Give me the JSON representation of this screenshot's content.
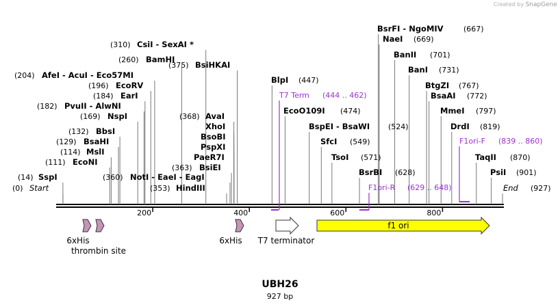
{
  "header": {
    "credit_prefix": "Created by",
    "credit_app": "SnapGene"
  },
  "plasmid": {
    "name": "UBH26",
    "length_label": "927 bp",
    "length": 927
  },
  "colors": {
    "backbone": "#000000",
    "primer": "#9b30d0",
    "f1ori_fill": "#ffff00",
    "his_fill": "#c893b8",
    "t7_fill": "#ffffff",
    "label": "#000000"
  },
  "sites": [
    {
      "pos": 0,
      "name": "Start",
      "pos_label": "(0)",
      "italic": true
    },
    {
      "pos": 14,
      "name": "SspI",
      "pos_label": "(14)"
    },
    {
      "pos": 111,
      "name": "EcoNI",
      "pos_label": "(111)"
    },
    {
      "pos": 114,
      "name": "MslI",
      "pos_label": "(114)"
    },
    {
      "pos": 129,
      "name": "BsaHI",
      "pos_label": "(129)"
    },
    {
      "pos": 132,
      "name": "BbsI",
      "pos_label": "(132)"
    },
    {
      "pos": 169,
      "name": "NspI",
      "pos_label": "(169)"
    },
    {
      "pos": 182,
      "name": "PvuII - AlwNI",
      "pos_label": "(182)"
    },
    {
      "pos": 184,
      "name": "EarI",
      "pos_label": "(184)"
    },
    {
      "pos": 196,
      "name": "EcoRV",
      "pos_label": "(196)"
    },
    {
      "pos": 204,
      "name": "AfeI - AcuI - Eco57MI",
      "pos_label": "(204)"
    },
    {
      "pos": 260,
      "name": "BamHI",
      "pos_label": "(260)"
    },
    {
      "pos": 310,
      "name": "CsiI - SexAI *",
      "pos_label": "(310)"
    },
    {
      "pos": 360,
      "name": "NotI - EaeI - EagI",
      "pos_label": "(360)"
    },
    {
      "pos": 353,
      "name": "HindIII",
      "pos_label": "(353)"
    },
    {
      "pos": 363,
      "name": "BsiEI",
      "pos_label": "(363)"
    },
    {
      "pos": 368,
      "name": "AvaI",
      "pos_label": "(368)"
    },
    {
      "pos": 368,
      "name": "XhoI",
      "pos_label": ""
    },
    {
      "pos": 368,
      "name": "BsoBI",
      "pos_label": ""
    },
    {
      "pos": 368,
      "name": "PspXI",
      "pos_label": ""
    },
    {
      "pos": 368,
      "name": "PaeR7I",
      "pos_label": ""
    },
    {
      "pos": 375,
      "name": "BsiHKAI",
      "pos_label": "(375)"
    },
    {
      "pos": 447,
      "name": "BlpI",
      "pos_label": "(447)"
    },
    {
      "pos": 474,
      "name": "EcoO109I",
      "pos_label": "(474)"
    },
    {
      "pos": 524,
      "name": "BspEI - BsaWI",
      "pos_label": "(524)"
    },
    {
      "pos": 549,
      "name": "SfcI",
      "pos_label": "(549)"
    },
    {
      "pos": 571,
      "name": "TsoI",
      "pos_label": "(571)"
    },
    {
      "pos": 628,
      "name": "BsrBI",
      "pos_label": "(628)"
    },
    {
      "pos": 667,
      "name": "BsrFI - NgoMIV",
      "pos_label": "(667)"
    },
    {
      "pos": 669,
      "name": "NaeI",
      "pos_label": "(669)"
    },
    {
      "pos": 701,
      "name": "BanII",
      "pos_label": "(701)"
    },
    {
      "pos": 731,
      "name": "BanI",
      "pos_label": "(731)"
    },
    {
      "pos": 767,
      "name": "BtgZI",
      "pos_label": "(767)"
    },
    {
      "pos": 772,
      "name": "BsaAI",
      "pos_label": "(772)"
    },
    {
      "pos": 797,
      "name": "MmeI",
      "pos_label": "(797)"
    },
    {
      "pos": 819,
      "name": "DrdI",
      "pos_label": "(819)"
    },
    {
      "pos": 870,
      "name": "TaqII",
      "pos_label": "(870)"
    },
    {
      "pos": 901,
      "name": "PsiI",
      "pos_label": "(901)"
    },
    {
      "pos": 927,
      "name": "End",
      "pos_label": "(927)",
      "italic": true
    }
  ],
  "primers": [
    {
      "name": "T7 Term",
      "range_label": "(444 .. 462)",
      "start": 444,
      "end": 462
    },
    {
      "name": "F1ori-R",
      "range_label": "(629 .. 648)",
      "start": 629,
      "end": 648
    },
    {
      "name": "F1ori-F",
      "range_label": "(839 .. 860)",
      "start": 839,
      "end": 860
    }
  ],
  "features": [
    {
      "name": "6xHis",
      "type": "his",
      "start": 55,
      "end": 72
    },
    {
      "name": "thrombin site",
      "type": "his",
      "start": 88,
      "end": 105
    },
    {
      "name": "6xHis",
      "type": "his",
      "start": 375,
      "end": 392
    },
    {
      "name": "T7 terminator",
      "type": "t7",
      "start": 475,
      "end": 523
    },
    {
      "name": "f1 ori",
      "type": "f1",
      "start": 546,
      "end": 900
    }
  ],
  "ticks": [
    {
      "pos": 200,
      "label": "200"
    },
    {
      "pos": 400,
      "label": "400"
    },
    {
      "pos": 600,
      "label": "600"
    },
    {
      "pos": 800,
      "label": "800"
    }
  ]
}
